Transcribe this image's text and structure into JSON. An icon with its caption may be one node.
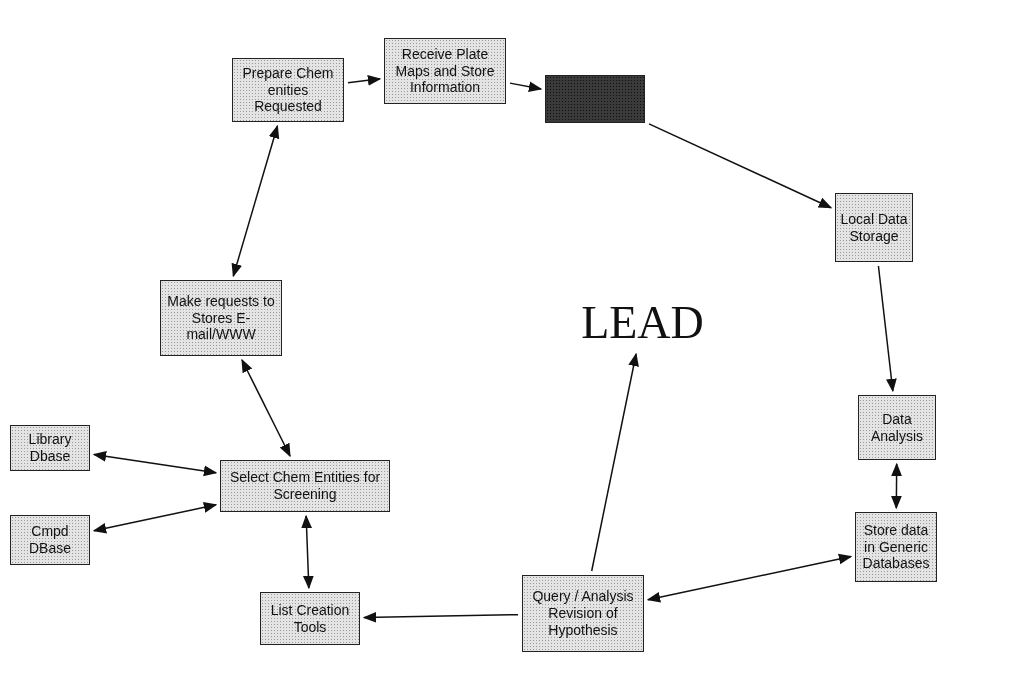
{
  "diagram": {
    "nodes": [
      {
        "text": [
          "Prepare Chem enities Requested"
        ]
      },
      {
        "text": [
          "Receive Plate Maps and Store Information"
        ]
      },
      {
        "text": [],
        "shape": "box"
      },
      {
        "text": [
          "Local Data Storage"
        ]
      },
      {
        "text": [
          "Make requests to Stores E-mail/WWW"
        ]
      },
      {
        "text": [
          "LEAD"
        ]
      },
      {
        "text": [
          "Data Analysis"
        ]
      },
      {
        "text": [
          "Library Dbase"
        ]
      },
      {
        "text": [
          "Select Chem Entities for Screening"
        ]
      },
      {
        "text": [
          "Cmpd DBase"
        ]
      },
      {
        "text": [
          "Store data in Generic Databases"
        ]
      },
      {
        "text": [
          "List Creation Tools"
        ]
      },
      {
        "text": [
          "Query / Analysis Revision of Hypothesis"
        ]
      }
    ],
    "edges": [
      {
        "from": 0,
        "to": 1,
        "arrow": "to"
      },
      {
        "from": 1,
        "to": 2,
        "arrow": "to"
      },
      {
        "from": 2,
        "to": 3,
        "arrow": "to"
      },
      {
        "from": 3,
        "to": 6,
        "arrow": "to"
      },
      {
        "from": 6,
        "to": 10,
        "arrow": "both"
      },
      {
        "from": 10,
        "to": 12,
        "arrow": "both"
      },
      {
        "from": 12,
        "to": 5,
        "arrow": "to"
      },
      {
        "from": 12,
        "to": 11,
        "arrow": "to"
      },
      {
        "from": 11,
        "to": 8,
        "arrow": "both"
      },
      {
        "from": 9,
        "to": 8,
        "arrow": "both"
      },
      {
        "from": 7,
        "to": 8,
        "arrow": "both"
      },
      {
        "from": 8,
        "to": 4,
        "arrow": "both"
      },
      {
        "from": 4,
        "to": 0,
        "arrow": "both"
      }
    ]
  }
}
